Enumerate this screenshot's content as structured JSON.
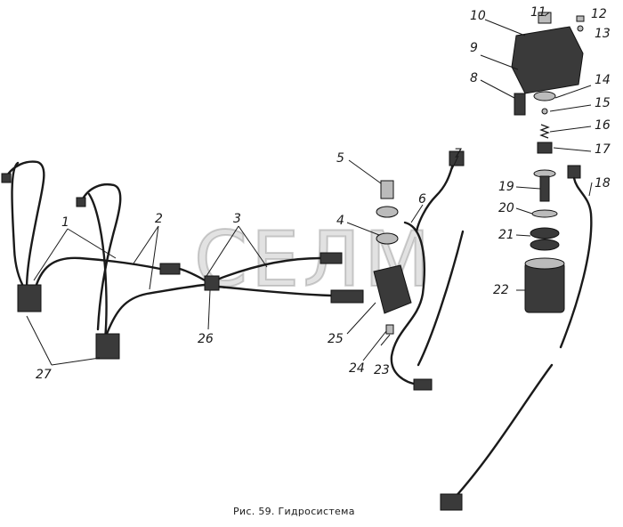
{
  "caption": "Рис. 59. Гидросистема",
  "watermark": "СЕЛМ",
  "callouts": [
    {
      "id": "1",
      "text": "1"
    },
    {
      "id": "2",
      "text": "2"
    },
    {
      "id": "3",
      "text": "3"
    },
    {
      "id": "4",
      "text": "4"
    },
    {
      "id": "5",
      "text": "5"
    },
    {
      "id": "6",
      "text": "6"
    },
    {
      "id": "7",
      "text": "7"
    },
    {
      "id": "8",
      "text": "8"
    },
    {
      "id": "9",
      "text": "9"
    },
    {
      "id": "10",
      "text": "10"
    },
    {
      "id": "11",
      "text": "11"
    },
    {
      "id": "12",
      "text": "12"
    },
    {
      "id": "13",
      "text": "13"
    },
    {
      "id": "14",
      "text": "14"
    },
    {
      "id": "15",
      "text": "15"
    },
    {
      "id": "16",
      "text": "16"
    },
    {
      "id": "17",
      "text": "17"
    },
    {
      "id": "18",
      "text": "18"
    },
    {
      "id": "19",
      "text": "19"
    },
    {
      "id": "20",
      "text": "20"
    },
    {
      "id": "21",
      "text": "21"
    },
    {
      "id": "22",
      "text": "22"
    },
    {
      "id": "23",
      "text": "23"
    },
    {
      "id": "24",
      "text": "24"
    },
    {
      "id": "25",
      "text": "25"
    },
    {
      "id": "26",
      "text": "26"
    },
    {
      "id": "27",
      "text": "27"
    }
  ]
}
